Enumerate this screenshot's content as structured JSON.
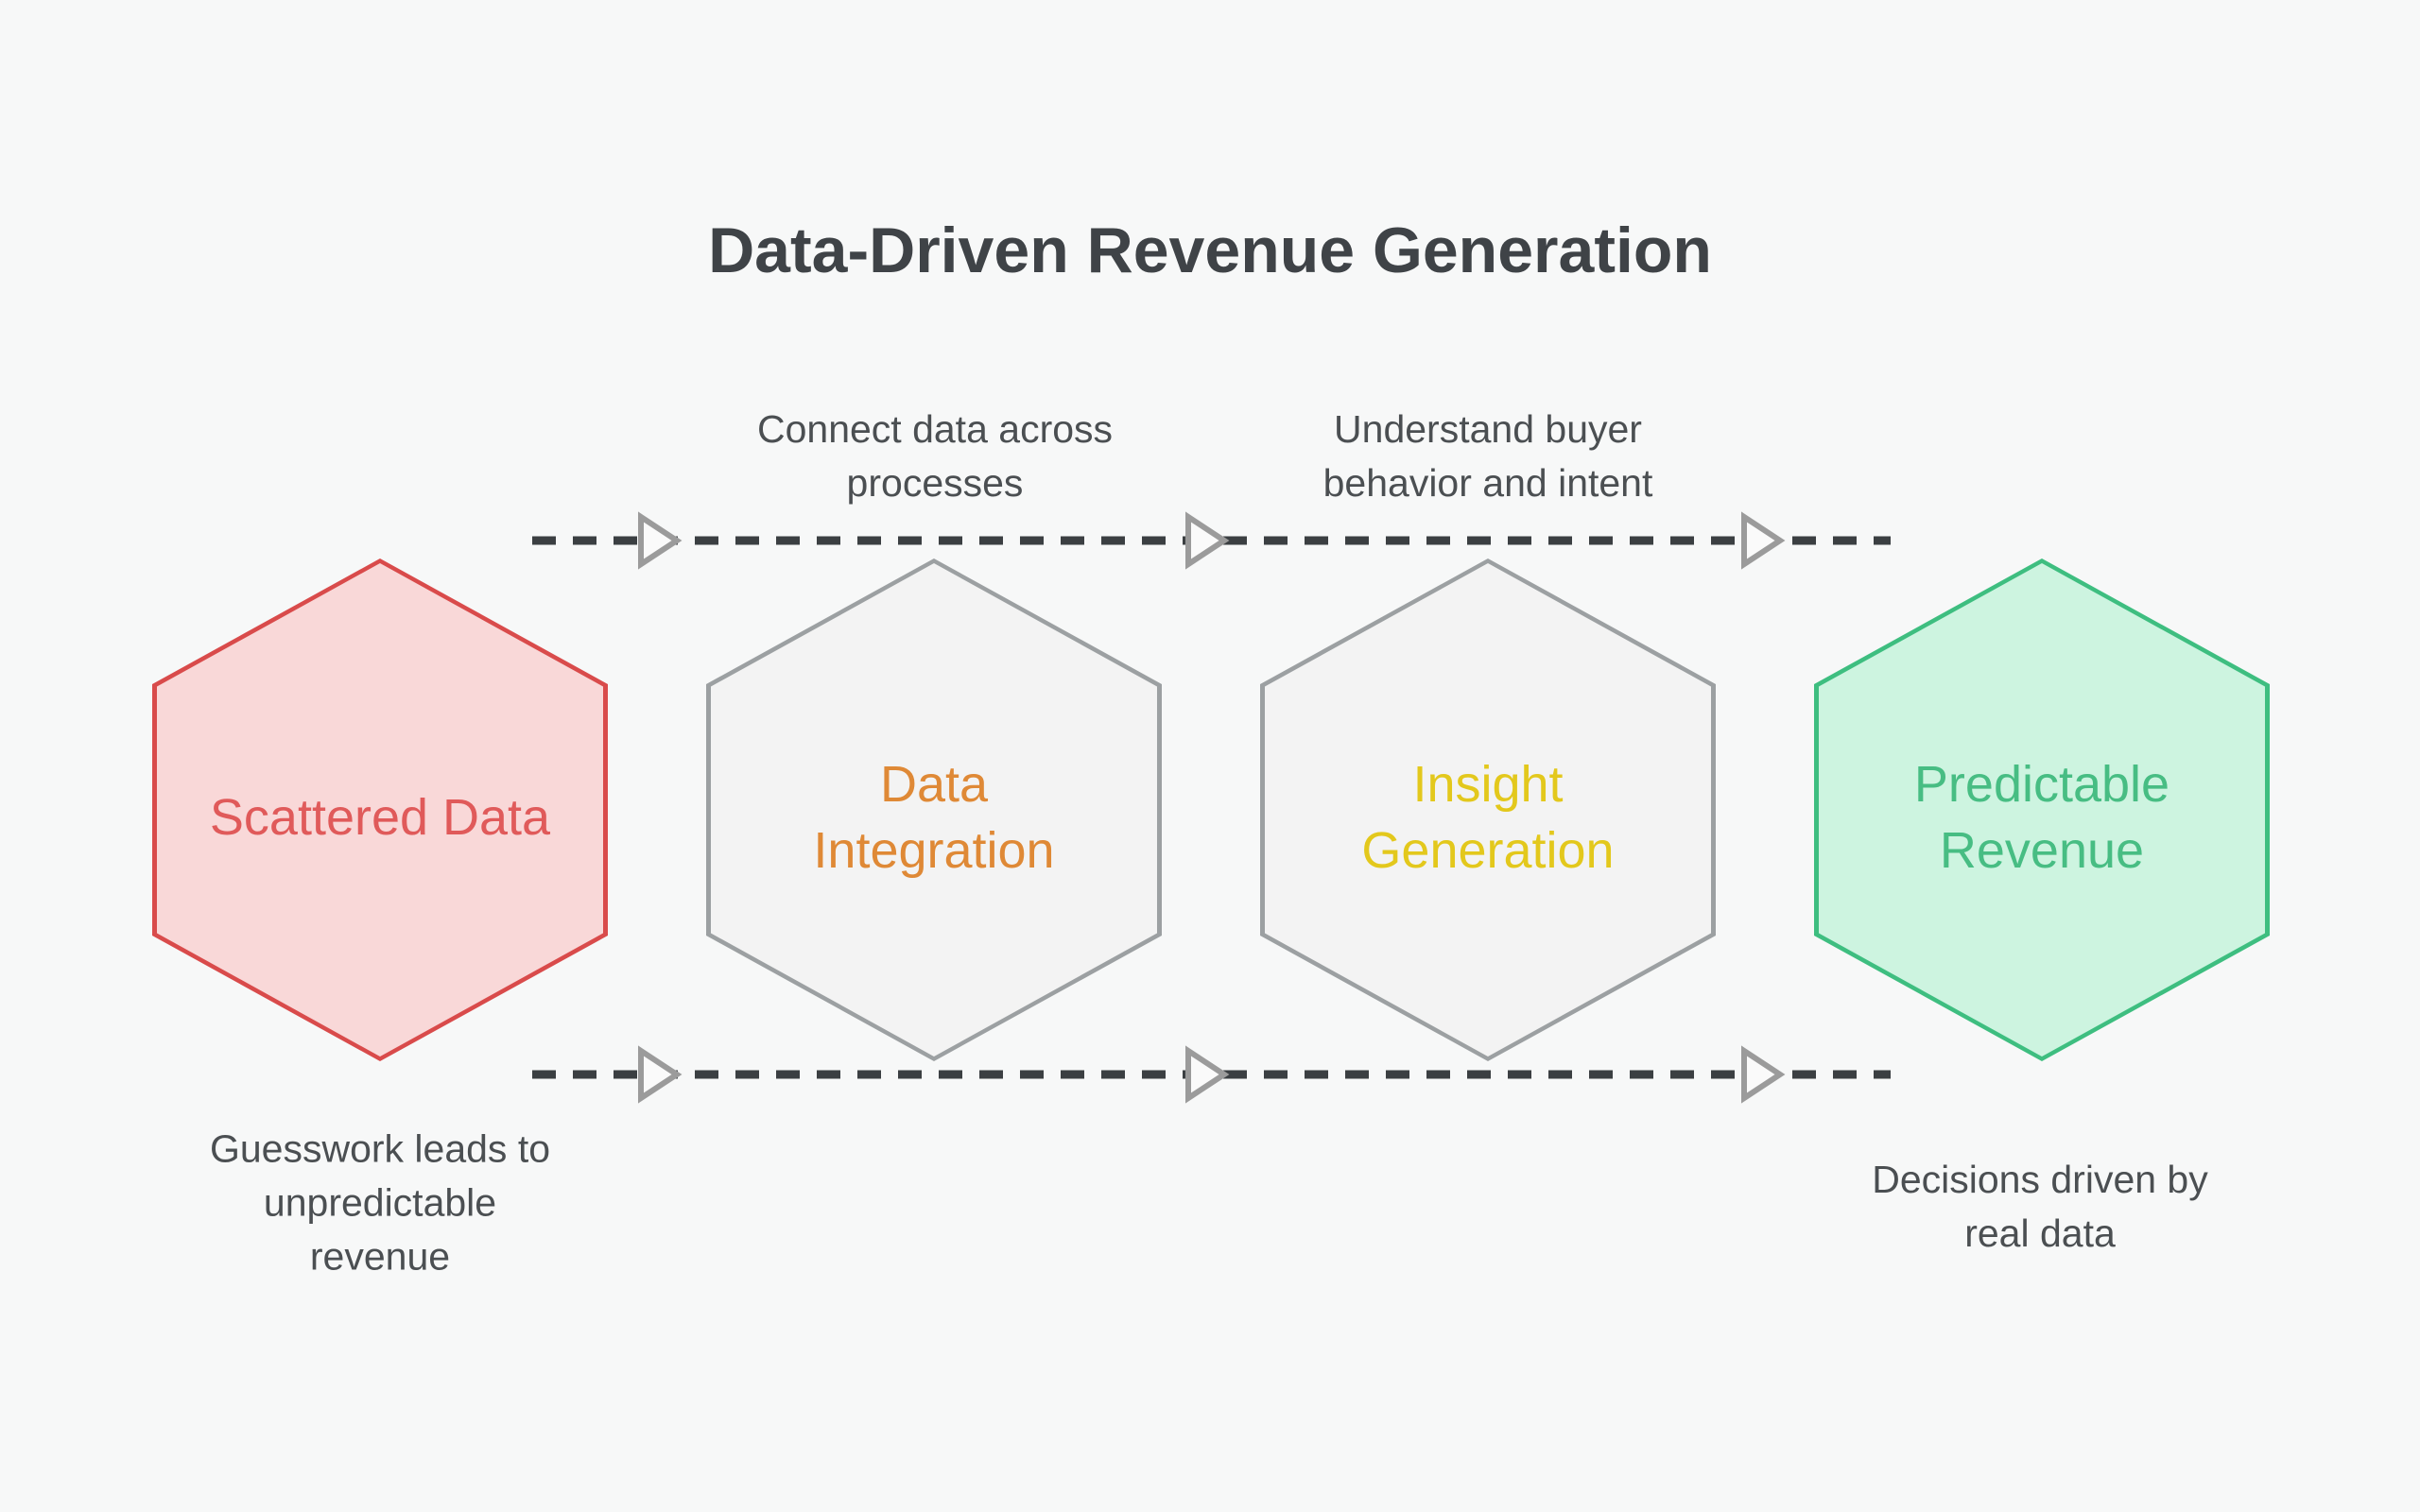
{
  "title": "Data-Driven Revenue Generation",
  "stages": [
    {
      "label": "Scattered Data",
      "lines": [
        "Scattered Data"
      ],
      "fill": "#F9D8D8",
      "border": "#D94B4B",
      "text": "#E05A5A"
    },
    {
      "label": "Data Integration",
      "lines": [
        "Data",
        "Integration"
      ],
      "fill": "#F3F3F3",
      "border": "#9CA0A2",
      "text": "#DF8936"
    },
    {
      "label": "Insight Generation",
      "lines": [
        "Insight",
        "Generation"
      ],
      "fill": "#F3F3F3",
      "border": "#9CA0A2",
      "text": "#E3C81C"
    },
    {
      "label": "Predictable Revenue",
      "lines": [
        "Predictable",
        "Revenue"
      ],
      "fill": "#CDF4E0",
      "border": "#3EBE80",
      "text": "#47BD83"
    }
  ],
  "transition_labels": [
    {
      "lines": [
        "Connect data across",
        "processes"
      ]
    },
    {
      "lines": [
        "Understand buyer",
        "behavior and intent"
      ]
    }
  ],
  "outcome_labels": [
    {
      "lines": [
        "Guesswork leads to",
        "unpredictable",
        "revenue"
      ]
    },
    {
      "lines": [
        "Decisions driven by",
        "real data"
      ]
    }
  ],
  "colors": {
    "background": "#F7F8F8",
    "title": "#3F4347",
    "label_text": "#4B4F52",
    "dash": "#3B3F42",
    "arrow_stroke": "#9B9B9B",
    "arrow_fill": "#FAFAFA"
  }
}
